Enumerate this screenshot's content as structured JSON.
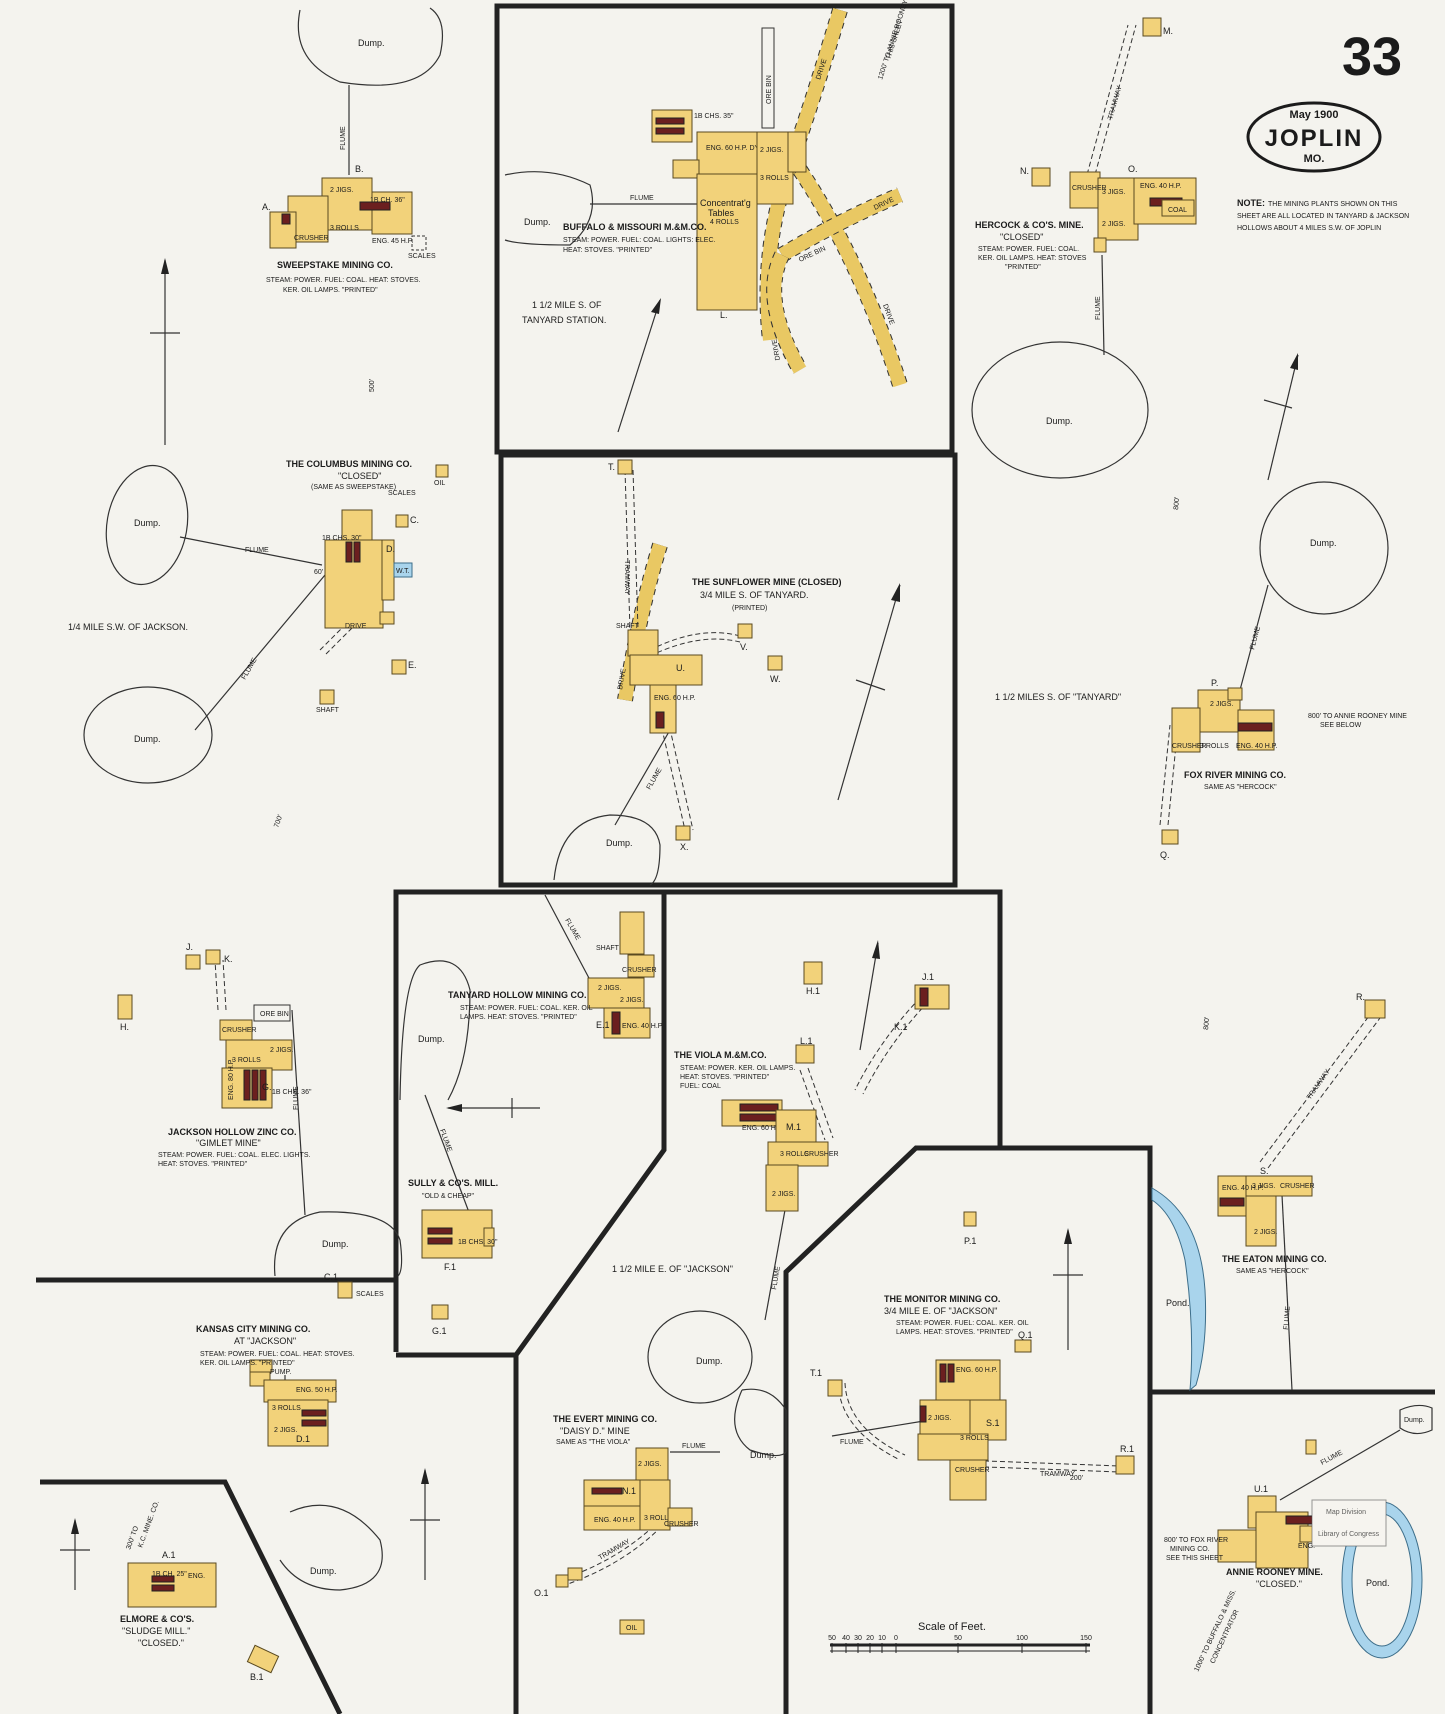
{
  "sheet": {
    "number": "33",
    "date": "May 1900",
    "city": "JOPLIN",
    "state": "MO."
  },
  "note": {
    "label": "NOTE:",
    "lines": [
      "THE MINING PLANTS SHOWN ON THIS",
      "SHEET ARE ALL LOCATED IN TANYARD & JACKSON",
      "HOLLOWS ABOUT 4 MILES S.W. OF JOPLIN"
    ]
  },
  "colors": {
    "frame": "#222222",
    "building": "#f2d27a",
    "boiler": "#6b1f1f",
    "water": "#a9d4ec",
    "paper": "#f4f3ee"
  },
  "labels": {
    "dump": "Dump.",
    "pond": "Pond.",
    "shaft": "SHAFT",
    "oil": "OIL",
    "flume": "FLUME",
    "drive": "DRIVE",
    "ore_bin": "ORE BIN",
    "tramway": "TRAMWAY",
    "scales": "SCALES",
    "crusher": "CRUSHER",
    "jigs2": "2 JIGS.",
    "jigs3": "3 JIGS.",
    "rolls3": "3 ROLLS",
    "wt": "W.T.",
    "map_division": "Map Division",
    "library": "Library of Congress"
  },
  "plants": {
    "sweepstake": {
      "name": "SWEEPSTAKE MINING CO.",
      "desc": [
        "STEAM: POWER. FUEL: COAL. HEAT: STOVES.",
        "KER. OIL LAMPS. \"PRINTED\""
      ],
      "letters": [
        "A.",
        "B."
      ],
      "eng": "ENG. 45 H.P.",
      "boiler": "1B CH. 36\""
    },
    "buffalo": {
      "name": "BUFFALO & MISSOURI M.&M.CO.",
      "desc": [
        "STEAM: POWER. FUEL: COAL. LIGHTS: ELEC.",
        "HEAT: STOVES. \"PRINTED\""
      ],
      "concentrator": [
        "Concentrat'g",
        "Tables",
        "4 ROLLS"
      ],
      "eng": "ENG. 60 H.P. DYNAMO",
      "letter": "L.",
      "loc": [
        "1 1/2 MILE S. OF",
        "TANYARD STATION."
      ],
      "road_note": [
        "1200' TO ANNIE ROONEY MINE",
        "THIS SHEET"
      ]
    },
    "hercock": {
      "name": "HERCOCK & CO'S. MINE.",
      "status": "\"CLOSED\"",
      "desc": [
        "STEAM: POWER. FUEL: COAL.",
        "KER. OIL LAMPS. HEAT: STOVES",
        "\"PRINTED\""
      ],
      "letters": [
        "M.",
        "N.",
        "O."
      ],
      "eng": "ENG. 40 H.P.",
      "coal": "COAL"
    },
    "columbus": {
      "name": "THE COLUMBUS MINING CO.",
      "status": "\"CLOSED\"",
      "same": "(SAME AS SWEEPSTAKE)",
      "letters": [
        "C.",
        "D.",
        "E."
      ],
      "boiler": "1B CHS. 30\""
    },
    "sunflower": {
      "name": "THE SUNFLOWER MINE (CLOSED)",
      "loc": "3/4 MILE S. OF TANYARD.",
      "printed": "(PRINTED)",
      "letters": [
        "T.",
        "U.",
        "V.",
        "W.",
        "X."
      ],
      "eng": "ENG. 60 H.P."
    },
    "fox_river": {
      "name": "FOX RIVER MINING CO.",
      "same": "SAME AS \"HERCOCK\"",
      "letters": [
        "P.",
        "Q."
      ],
      "eng": "ENG. 40 H.P.",
      "note": [
        "800' TO ANNIE ROONEY MINE",
        "SEE BELOW"
      ]
    },
    "jackson_hollow": {
      "name": "JACKSON HOLLOW ZINC CO.",
      "mine": "\"GIMLET MINE\"",
      "desc": [
        "STEAM: POWER. FUEL: COAL. ELEC. LIGHTS.",
        "HEAT: STOVES. \"PRINTED\""
      ],
      "letters": [
        "J.",
        "K.",
        "H.",
        "G."
      ],
      "eng": "ENG. 80 H.P.",
      "boiler": "1B CHS. 36\""
    },
    "tanyard_hollow": {
      "name": "TANYARD HOLLOW MINING CO.",
      "desc": [
        "STEAM: POWER. FUEL: COAL. KER. OIL",
        "LAMPS. HEAT: STOVES. \"PRINTED\""
      ],
      "letter": "E.1",
      "eng": "ENG. 40 H.P."
    },
    "viola": {
      "name": "THE VIOLA M.&M.CO.",
      "desc": [
        "STEAM: POWER. KER. OIL LAMPS.",
        "HEAT: STOVES. \"PRINTED\"",
        "FUEL: COAL"
      ],
      "letters": [
        "H.1",
        "J.1",
        "K.1",
        "L.1",
        "M.1"
      ],
      "eng": "ENG. 60 H.P."
    },
    "sully": {
      "name": "SULLY & CO'S. MILL.",
      "status": "\"OLD & CHEAP\"",
      "letters": [
        "F.1",
        "G.1"
      ],
      "boiler": "1B CHS. 30\""
    },
    "eaton": {
      "name": "THE EATON MINING CO.",
      "same": "SAME AS \"HERCOCK\"",
      "letters": [
        "R.",
        "S."
      ],
      "eng": "ENG. 40 H.P."
    },
    "kansas_city": {
      "name": "KANSAS CITY MINING CO.",
      "loc": "AT \"JACKSON\"",
      "desc": [
        "STEAM: POWER. FUEL: COAL. HEAT: STOVES.",
        "KER. OIL LAMPS. \"PRINTED\""
      ],
      "letters": [
        "C.1",
        "D.1"
      ],
      "eng": "ENG. 50 H.P.",
      "pump": "PUMP."
    },
    "monitor": {
      "name": "THE MONITOR MINING CO.",
      "loc": "3/4 MILE E. OF \"JACKSON\"",
      "desc": [
        "STEAM: POWER. FUEL: COAL. KER. OIL",
        "LAMPS. HEAT: STOVES. \"PRINTED\""
      ],
      "letters": [
        "P.1",
        "Q.1",
        "R.1",
        "S.1",
        "T.1"
      ],
      "eng": "ENG. 60 H.P."
    },
    "evert": {
      "name": "THE EVERT MINING CO.",
      "mine": "\"DAISY D.\" MINE",
      "same": "SAME AS \"THE VIOLA\"",
      "letters": [
        "N.1",
        "O.1"
      ],
      "eng": "ENG. 40 H.P."
    },
    "annie_rooney": {
      "name": "ANNIE ROONEY MINE.",
      "status": "\"CLOSED.\"",
      "letter": "U.1",
      "note": [
        "800' TO FOX RIVER",
        "MINING CO.",
        "SEE THIS SHEET"
      ],
      "note2": [
        "1000' TO BUFFALO & MISS.",
        "CONCENTRATOR"
      ]
    },
    "elmore": {
      "name": "ELMORE & CO'S.",
      "mine": "\"SLUDGE MILL.\"",
      "status": "\"CLOSED.\"",
      "letters": [
        "A.1",
        "B.1"
      ],
      "boiler": "1B CH. 25\"",
      "note": [
        "300' TO",
        "K.C. MINE. CO."
      ]
    }
  },
  "locations": {
    "jackson_sw": "1/4 MILE S.W. OF JACKSON.",
    "tanyard_s": "1 1/2 MILES S. OF \"TANYARD\"",
    "jackson_e": "1 1/2 MILE E. OF \"JACKSON\""
  },
  "distances": {
    "d500": "500'",
    "d700": "700'",
    "d800a": "800'",
    "d800b": "800'",
    "d200": "200'",
    "d60": "60'"
  },
  "scale": {
    "title": "Scale of Feet.",
    "ticks": [
      "50",
      "40",
      "30",
      "20",
      "10",
      "0",
      "50",
      "100",
      "150"
    ]
  }
}
